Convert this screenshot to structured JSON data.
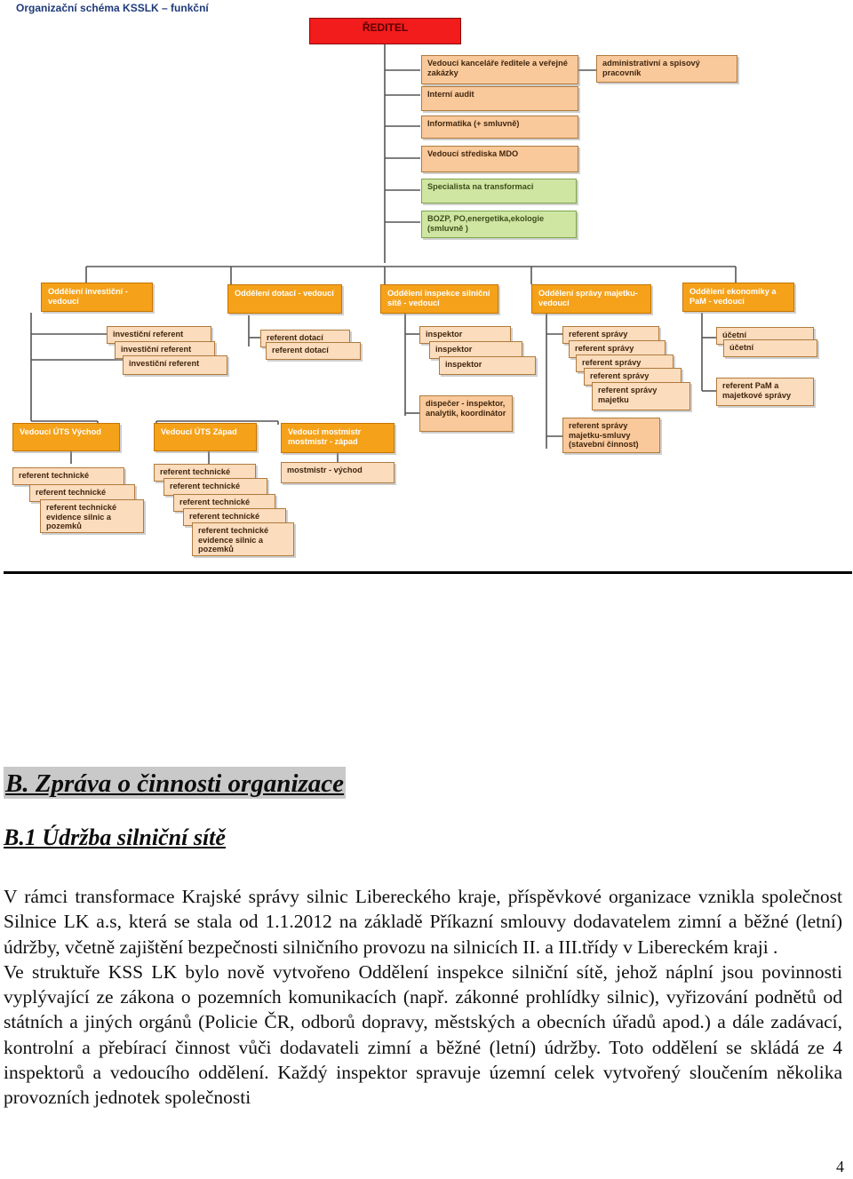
{
  "chart_title": "Organizační schéma KSSLK – funkční",
  "director": "ŘEDITEL",
  "staff": [
    "Vedoucí kanceláře ředitele a veřejné zakázky",
    "Interní audit",
    "Informatika (+ smluvně)",
    "Vedoucí střediska MDO",
    "Specialista na transformaci",
    "BOZP, PO,energetika,ekologie (smluvně )"
  ],
  "admin_office": "administrativní a spisový pracovník",
  "departments": [
    {
      "head": "Oddělení investiční - vedoucí",
      "members": [
        "investiční referent",
        "investiční referent",
        "investiční referent"
      ]
    },
    {
      "head": "Oddělení dotací - vedoucí",
      "members": [
        "referent dotací",
        "referent dotací"
      ]
    },
    {
      "head": "Oddělení inspekce silniční sítě - vedoucí",
      "members": [
        "inspektor",
        "inspektor",
        "inspektor"
      ],
      "extra": "dispečer - inspektor, analytik, koordinátor"
    },
    {
      "head": "Oddělení správy majetku- vedoucí",
      "members": [
        "referent správy",
        "referent správy",
        "referent správy",
        "referent správy",
        "referent správy majetku"
      ],
      "extra": "referent správy majetku-smluvy (stavební činnost)"
    },
    {
      "head": "Oddělení ekonomiky a PaM - vedoucí",
      "members": [
        "účetní",
        "účetní"
      ],
      "extra": "referent PaM a majetkové správy"
    }
  ],
  "units": [
    {
      "head": "Vedoucí ÚTS Východ",
      "members": [
        "referent technické",
        "referent technické",
        "referent technické evidence silnic a pozemků"
      ]
    },
    {
      "head": "Vedoucí ÚTS Západ",
      "members": [
        "referent technické",
        "referent technické",
        "referent technické",
        "referent technické",
        "referent technické evidence silnic a pozemků"
      ]
    },
    {
      "head": "Vedoucí mostmistr mostmistr - západ",
      "members": [
        "mostmistr - východ"
      ]
    }
  ],
  "heading": "B. Zpráva o činnosti organizace",
  "subheading": "B.1 Údržba silniční sítě",
  "paragraphs": [
    "V rámci transformace Krajské správy silnic Libereckého kraje, příspěvkové organizace  vznikla společnost Silnice LK a.s, která se stala od 1.1.2012 na základě Příkazní smlouvy dodavatelem zimní a běžné (letní) údržby, včetně zajištění bezpečnosti silničního provozu na silnicích II. a III.třídy v Libereckém kraji .",
    "Ve struktuře KSS LK bylo nově vytvořeno Oddělení inspekce silniční sítě, jehož náplní jsou povinnosti vyplývající ze zákona o pozemních komunikacích (např. zákonné prohlídky silnic), vyřizování podnětů od státních a jiných orgánů (Policie ČR, odborů dopravy, městských a obecních úřadů apod.)  a dále zadávací, kontrolní a přebírací činnost vůči dodavateli zimní a běžné (letní) údržby. Toto oddělení se skládá ze 4 inspektorů a vedoucího oddělení. Každý inspektor spravuje územní celek vytvořený sloučením několika provozních jednotek společnosti"
  ],
  "page_number": "4"
}
